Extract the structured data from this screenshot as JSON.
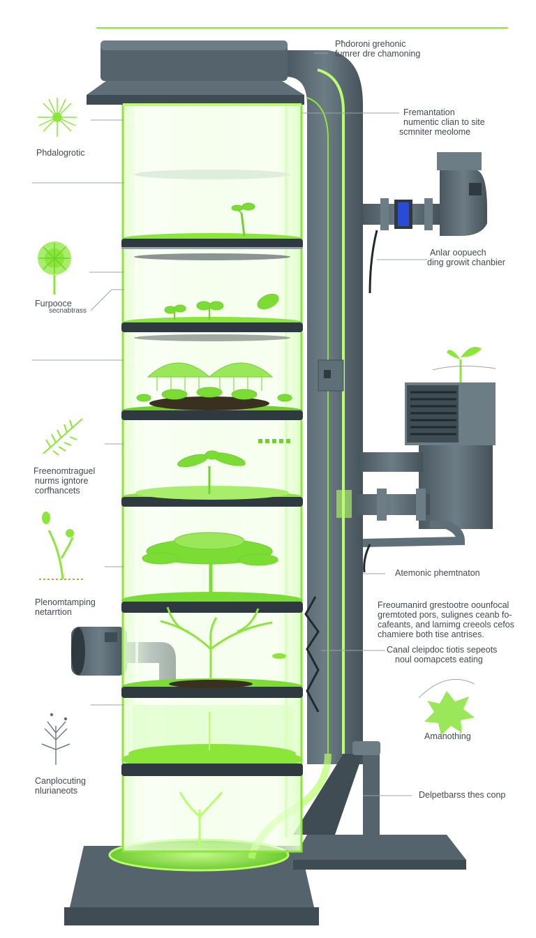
{
  "colors": {
    "accent": "#8ce63a",
    "glow": "#b8ff6a",
    "metal": "#5f6f78",
    "metal_dark": "#3f4c54",
    "text": "#3f4a4f",
    "leader": "#9aa3a8"
  },
  "labels_right": {
    "top_title_1": "Pħdoroni grehonic",
    "top_title_2": "fumrer dre chamoning",
    "fermentation_1": "Fremantation",
    "fermentation_2": "numentic clian to site",
    "fermentation_3": "scmniter meolome",
    "growth_1": "Anlar oopuech",
    "growth_2": "ding growit chanbier",
    "atermonic": "Atemonic phemtnaton",
    "paragraph_1": "Freoumanird grestootre oounfocal",
    "paragraph_2": "gremtoted pors, sulignes ceanb fo-",
    "paragraph_3": "cafeants, and lamimg creeols cefos",
    "paragraph_4": "chamiere both tise antrises.",
    "canal_1": "Canal cleipdoc tiotis sepeots",
    "canal_2": "noul oomapcets eating",
    "amanothing": "Amanothing",
    "delpetbars": "Delpetbarss thes conp"
  },
  "labels_left": {
    "phalogrotic": "Phdalogrotic",
    "furpooce": "Furpooce",
    "furpooce_sub": "secnabtrass",
    "freenomtrague_1": "Freenomtraguel",
    "freenomtrague_2": "nurms igntore",
    "freenomtrague_3": "corfhancets",
    "plenomtamping_1": "Plenomtamping",
    "plenomtamping_2": "netarrtion",
    "camplocuting_1": "Canplocuting",
    "camplocuting_2": "nlurianeots"
  },
  "icons": {
    "ring_icon": "dandelion-icon",
    "bush_icon": "sprouting-tree-icon",
    "frond_icon": "fern-frond-icon",
    "sprout_icon": "seedling-icon",
    "tree_icon": "bare-tree-icon",
    "splat_icon": "splat-icon"
  }
}
